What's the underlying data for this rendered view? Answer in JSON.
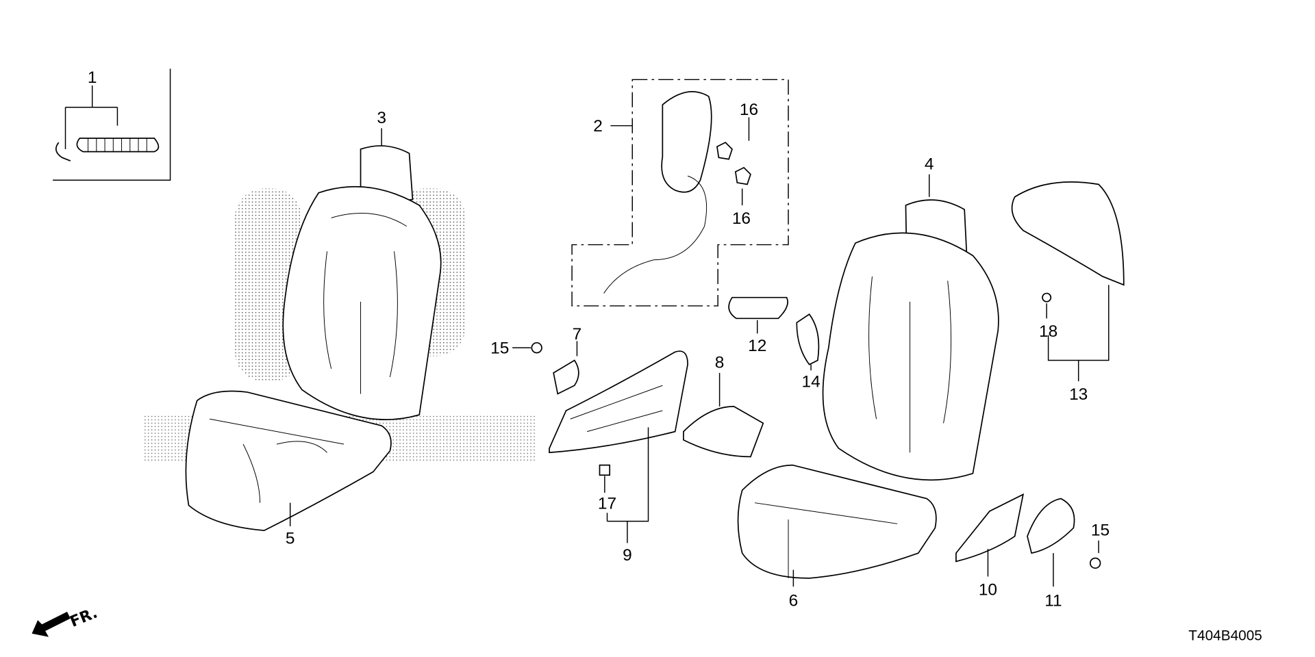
{
  "diagram": {
    "code": "T404B4005",
    "front_marker": "FR.",
    "callouts": {
      "c1": "1",
      "c2": "2",
      "c3": "3",
      "c4": "4",
      "c5": "5",
      "c6": "6",
      "c7": "7",
      "c8": "8",
      "c9": "9",
      "c10": "10",
      "c11": "11",
      "c12": "12",
      "c13": "13",
      "c14": "14",
      "c15a": "15",
      "c15b": "15",
      "c16a": "16",
      "c16b": "16",
      "c17": "17",
      "c18": "18"
    }
  }
}
